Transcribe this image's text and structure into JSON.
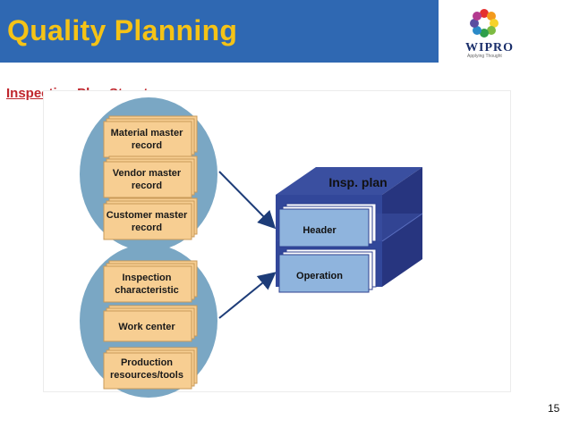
{
  "slide": {
    "title": "Quality Planning",
    "subtitle": "Inspection Plan Structure :",
    "page_number": "15"
  },
  "logo": {
    "name": "WIPRO",
    "tagline": "Applying Thought"
  },
  "diagram": {
    "upper_group": [
      {
        "line1": "Material master",
        "line2": "record"
      },
      {
        "line1": "Vendor master",
        "line2": "record"
      },
      {
        "line1": "Customer master",
        "line2": "record"
      }
    ],
    "lower_group": [
      {
        "line1": "Inspection",
        "line2": "characteristic"
      },
      {
        "line1": "Work center",
        "line2": ""
      },
      {
        "line1": "Production",
        "line2": "resources/tools"
      }
    ],
    "insp_plan": {
      "label": "Insp. plan",
      "header": "Header",
      "operation": "Operation"
    }
  },
  "colors": {
    "header_band": "#2f68b2",
    "title": "#f5c316",
    "subtitle": "#c0262d",
    "ellipse": "#7aa7c4",
    "card": "#f7ce92",
    "card_border": "#c99a58",
    "box_front": "#8fb4dd",
    "box_side": "#2c3f8f",
    "arrow": "#1d3c78"
  }
}
